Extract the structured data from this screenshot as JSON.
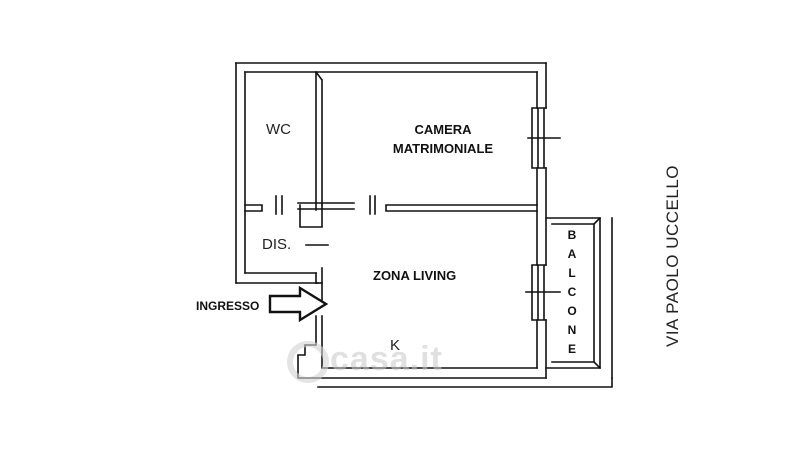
{
  "rooms": {
    "wc": "WC",
    "camera_line1": "CAMERA",
    "camera_line2": "MATRIMONIALE",
    "disimpegno": "DIS.",
    "zona_living": "ZONA LIVING",
    "cucina": "K",
    "balcone_letters": [
      "B",
      "A",
      "L",
      "C",
      "O",
      "N",
      "E"
    ]
  },
  "entrance_label": "INGRESSO",
  "street_name": "VIA PAOLO UCCELLO",
  "watermark": "casa.it",
  "colors": {
    "wall": "#111111",
    "background": "#ffffff",
    "watermark": "#c8c8c8"
  }
}
